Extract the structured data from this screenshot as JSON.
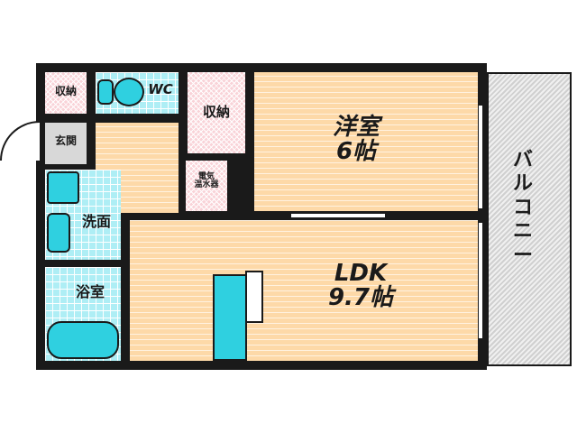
{
  "floorplan": {
    "rooms": {
      "storage_small": {
        "label": "収納"
      },
      "wc": {
        "label": "WC"
      },
      "entrance": {
        "label": "玄関"
      },
      "storage_main": {
        "label": "収納"
      },
      "water_heater": {
        "label": "電気\n温水器"
      },
      "western_room": {
        "label": "洋室\n6帖",
        "name": "洋室",
        "size": "6帖"
      },
      "washroom": {
        "label": "洗面"
      },
      "bathroom": {
        "label": "浴室"
      },
      "ldk": {
        "label": "LDK\n9.7帖",
        "name": "LDK",
        "size": "9.7帖"
      },
      "balcony": {
        "label": "バ\nル\nコ\nニ\nー"
      }
    },
    "colors": {
      "wall": "#1a1a1a",
      "wood_floor": "#fdd9a8",
      "tile": "#aeeef5",
      "closet": "#f9d3d8",
      "balcony": "#d9d9d9",
      "fixture": "#2fd0e0"
    }
  }
}
